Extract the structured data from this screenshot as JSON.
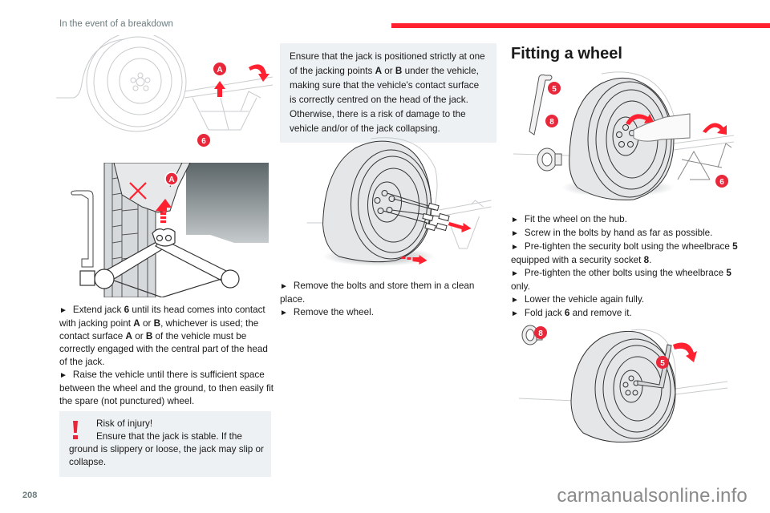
{
  "header": {
    "title": "In the event of a breakdown",
    "accent_color": "#ff2030"
  },
  "column1": {
    "figure1": {
      "labels": {
        "point": "A",
        "jack": "6"
      }
    },
    "figure2": {
      "labels": {
        "point": "A"
      }
    },
    "steps": [
      {
        "bullet": "►",
        "parts": [
          "Extend jack ",
          "6",
          " until its head comes into contact with jacking point ",
          "A",
          " or ",
          "B",
          ", whichever is used; the contact surface ",
          "A",
          " or ",
          "B",
          " of the vehicle must be correctly engaged with the central part of the head of the jack."
        ]
      },
      {
        "bullet": "►",
        "text": "Raise the vehicle until there is sufficient space between the wheel and the ground, to then easily fit the spare (not punctured) wheel."
      }
    ],
    "warning": {
      "icon": "exclamation-icon",
      "title": "Risk of injury!",
      "line1": "Ensure that the jack is stable. If the",
      "rest": "ground is slippery or loose, the jack may slip or collapse."
    }
  },
  "column2": {
    "note": {
      "parts": [
        "Ensure that the jack is positioned strictly at one of the jacking points ",
        "A",
        " or ",
        "B",
        " under the vehicle, making sure that the vehicle's contact surface is correctly centred on the head of the jack. Otherwise, there is a risk of damage to the vehicle and/or of the jack collapsing."
      ]
    },
    "steps": [
      {
        "bullet": "►",
        "text": "Remove the bolts and store them in a clean place."
      },
      {
        "bullet": "►",
        "text": "Remove the wheel."
      }
    ]
  },
  "column3": {
    "section_title": "Fitting a wheel",
    "figure1": {
      "labels": {
        "wheelbrace": "5",
        "socket": "8",
        "jack": "6"
      }
    },
    "steps": [
      {
        "bullet": "►",
        "parts": [
          "Fit the wheel on the hub."
        ]
      },
      {
        "bullet": "►",
        "parts": [
          "Screw in the bolts by hand as far as possible."
        ]
      },
      {
        "bullet": "►",
        "parts": [
          "Pre-tighten the security bolt using the wheelbrace ",
          "5",
          " equipped with a security socket ",
          "8",
          "."
        ]
      },
      {
        "bullet": "►",
        "parts": [
          "Pre-tighten the other bolts using the wheelbrace ",
          "5",
          " only."
        ]
      },
      {
        "bullet": "►",
        "parts": [
          "Lower the vehicle again fully."
        ]
      },
      {
        "bullet": "►",
        "parts": [
          "Fold jack ",
          "6",
          " and remove it."
        ]
      }
    ],
    "figure2": {
      "labels": {
        "socket": "8",
        "wheelbrace": "5"
      }
    }
  },
  "footer": {
    "page_number": "208",
    "watermark": "carmanualsonline.info"
  }
}
